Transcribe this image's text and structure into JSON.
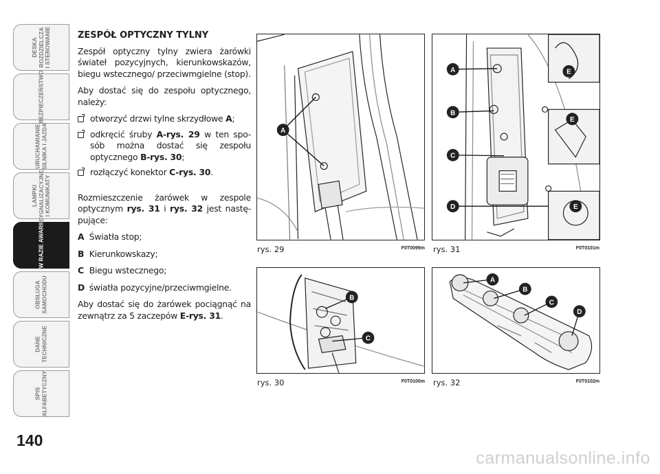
{
  "sidebar": {
    "tabs": [
      {
        "label": "DESKA\nROZDZIELCZA\nI STEROWANIE",
        "active": false
      },
      {
        "label": "BEZPIECZEŃSTWO",
        "active": false
      },
      {
        "label": "URUCHAMIANIE\nSILNIKA I JAZDA",
        "active": false
      },
      {
        "label": "LAMPKI\nSYGNALIZACYJNE\nI KOMUNIKATY",
        "active": false
      },
      {
        "label": "W RAZIE AWARII",
        "active": true
      },
      {
        "label": "OBSŁUGA\nSAMOCHODU",
        "active": false
      },
      {
        "label": "DANE\nTECHNICZNE",
        "active": false
      },
      {
        "label": "SPIS\nALFABETYCZNY",
        "active": false
      }
    ]
  },
  "page_number": "140",
  "content": {
    "heading": "ZESPÓŁ OPTYCZNY TYLNY",
    "intro": "Zespół optyczny tylny zwiera żarówki świateł pozycyjnych, kierunkowskazów, biegu wstecznego/ przeciwmgielne (stop).",
    "access": "Aby dostać się do zespołu optycznego, należy:",
    "step1_text": "otworzyć drzwi tylne skrzydłowe ",
    "step1_bold": "A",
    "step1_end": ";",
    "step2_text": "odkręcić śruby ",
    "step2_bold1": "A-rys. 29",
    "step2_mid": " w ten spo-sób można dostać się zespołu optycznego ",
    "step2_bold2": "B-rys. 30",
    "step2_end": ";",
    "step3_text": "rozłączyć konektor ",
    "step3_bold": "C-rys. 30",
    "step3_end": ".",
    "layout_text": "Rozmieszczenie żarówek w zespole optycznym ",
    "layout_b1": "rys. 31",
    "layout_mid": " i ",
    "layout_b2": "rys. 32",
    "layout_end": " jest nastę-pujące:",
    "legend": [
      {
        "letter": "A",
        "text": "Światła stop;"
      },
      {
        "letter": "B",
        "text": "Kierunkowskazy;"
      },
      {
        "letter": "C",
        "text": "Biegu wstecznego;"
      },
      {
        "letter": "D",
        "text": "światła pozycyjne/przeciwmgielne."
      }
    ],
    "outro_text": "Aby dostać się do żarówek pociągnąć na zewnątrz za 5 zaczepów ",
    "outro_bold": "E-rys. 31",
    "outro_end": "."
  },
  "figures": {
    "fig29": {
      "caption": "rys. 29",
      "code": "F0T0099m",
      "callouts": [
        "A"
      ]
    },
    "fig30": {
      "caption": "rys. 30",
      "code": "F0T0100m",
      "callouts": [
        "B",
        "C"
      ]
    },
    "fig31": {
      "caption": "rys. 31",
      "code": "F0T0101m",
      "callouts": [
        "A",
        "B",
        "C",
        "D",
        "E",
        "E",
        "E"
      ]
    },
    "fig32": {
      "caption": "rys. 32",
      "code": "F0T0102m",
      "callouts": [
        "A",
        "B",
        "C",
        "D"
      ]
    }
  },
  "watermark": "carmanualsonline.info"
}
